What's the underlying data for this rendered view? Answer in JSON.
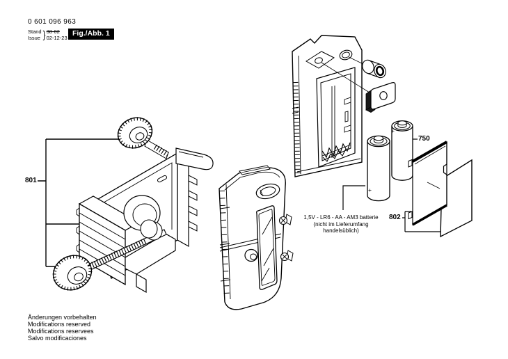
{
  "page": {
    "part_number": "0 601 096 963",
    "revision": {
      "stand_label": "Stand",
      "issue_label": "Issue",
      "brace": "}",
      "superseded": "38-02",
      "current": "02-12-23"
    },
    "figure_label": "Fig./Abb. 1",
    "footer_notes": [
      "Änderungen vorbehalten",
      "Modifications reserved",
      "Modifications reservees",
      "Salvo modificaciones"
    ]
  },
  "callouts": {
    "clamp_assembly": "801",
    "batteries": "750",
    "battery_cover": "802"
  },
  "battery_note": [
    "1,5V - LR6 - AA - AM3 batterie",
    "(nicht im Lieferumfang handelsüblich)"
  ],
  "battery_polarity_mark": "+",
  "colors": {
    "line": "#000000",
    "background": "#ffffff",
    "figure_box_bg": "#000000",
    "figure_box_text": "#ffffff"
  }
}
